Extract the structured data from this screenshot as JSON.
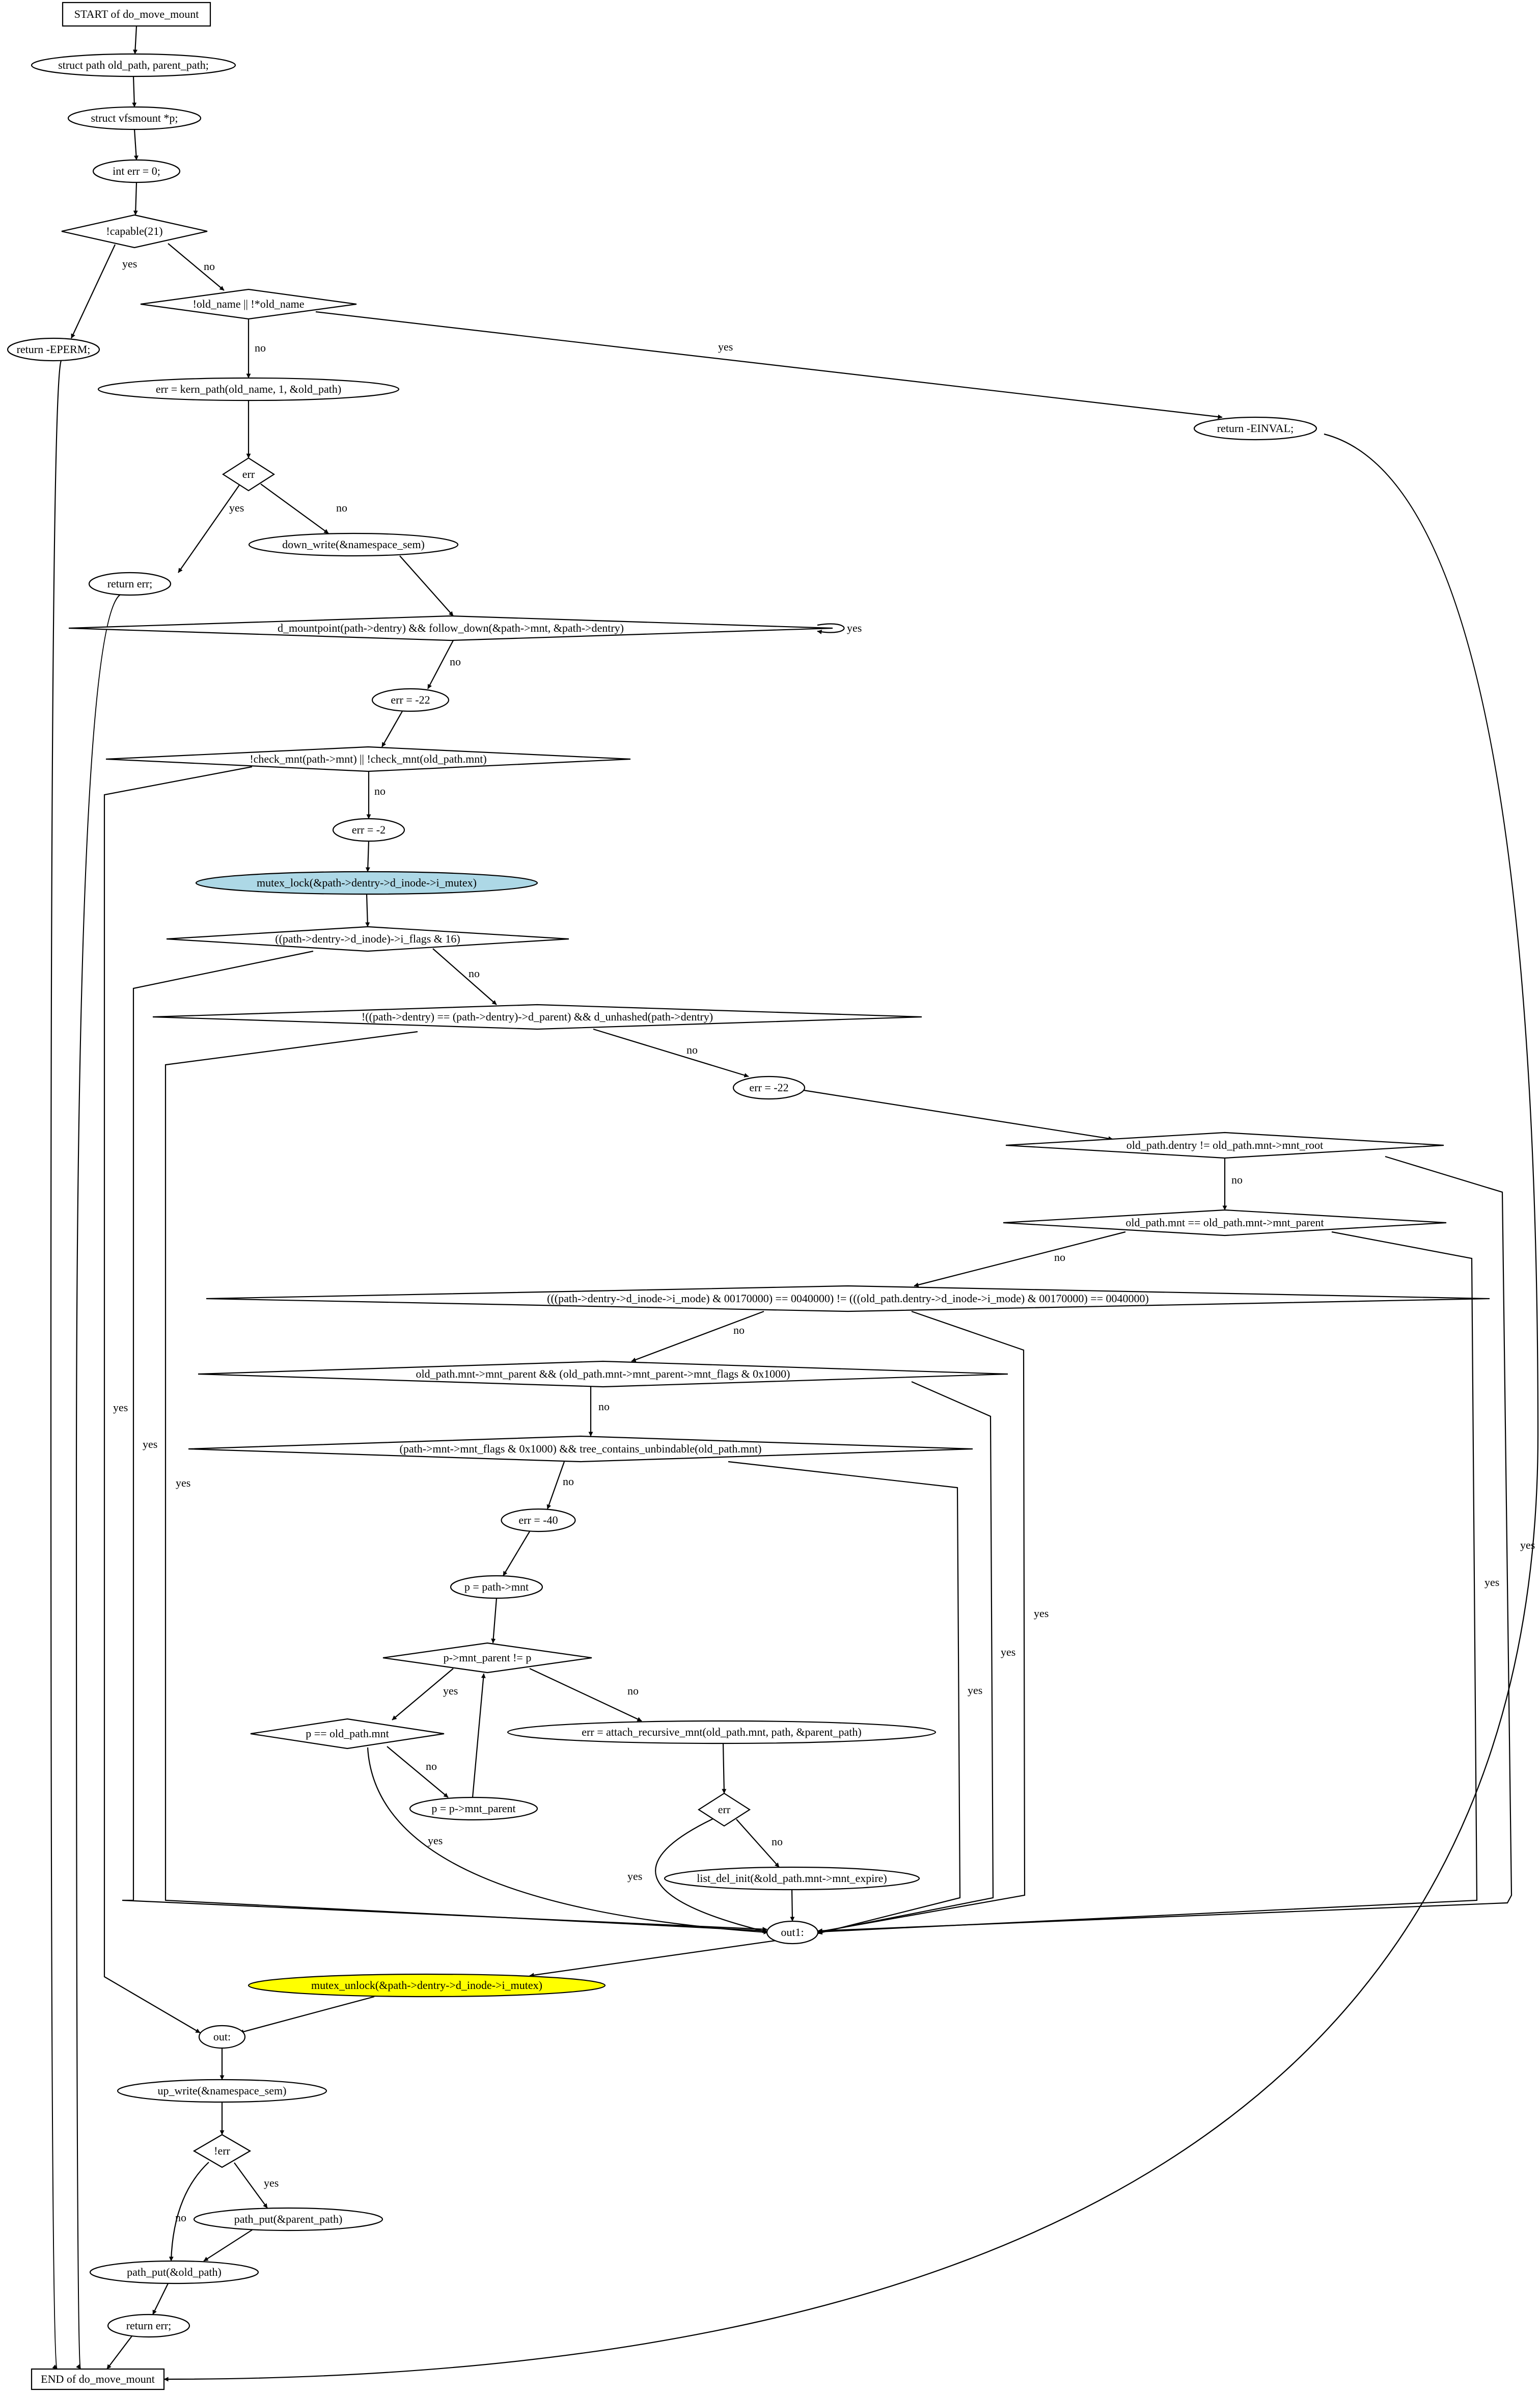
{
  "diagram": {
    "type": "flowchart",
    "title": "do_move_mount",
    "colors": {
      "highlight_lock": "#add8e6",
      "highlight_unlock": "#ffff00",
      "stroke": "#000000",
      "background": "#ffffff"
    },
    "nodes": [
      {
        "id": "start",
        "shape": "box",
        "label": "START of do_move_mount"
      },
      {
        "id": "n1",
        "shape": "ellipse",
        "label": "struct path old_path, parent_path;"
      },
      {
        "id": "n2",
        "shape": "ellipse",
        "label": "struct vfsmount *p;"
      },
      {
        "id": "n3",
        "shape": "ellipse",
        "label": "int err = 0;"
      },
      {
        "id": "d1",
        "shape": "diamond",
        "label": "!capable(21)"
      },
      {
        "id": "r1",
        "shape": "ellipse",
        "label": "return -EPERM;"
      },
      {
        "id": "d2",
        "shape": "diamond",
        "label": "!old_name || !*old_name"
      },
      {
        "id": "r2",
        "shape": "ellipse",
        "label": "return -EINVAL;"
      },
      {
        "id": "n4",
        "shape": "ellipse",
        "label": "err = kern_path(old_name, 1, &old_path)"
      },
      {
        "id": "d3",
        "shape": "diamond",
        "label": "err"
      },
      {
        "id": "r3",
        "shape": "ellipse",
        "label": "return err;"
      },
      {
        "id": "n5",
        "shape": "ellipse",
        "label": "down_write(&namespace_sem)"
      },
      {
        "id": "d4",
        "shape": "diamond",
        "label": "d_mountpoint(path->dentry) && follow_down(&path->mnt, &path->dentry)"
      },
      {
        "id": "n6",
        "shape": "ellipse",
        "label": "err = -22"
      },
      {
        "id": "d5",
        "shape": "diamond",
        "label": "!check_mnt(path->mnt) || !check_mnt(old_path.mnt)"
      },
      {
        "id": "n7",
        "shape": "ellipse",
        "label": "err = -2"
      },
      {
        "id": "n8",
        "shape": "ellipse",
        "label": "mutex_lock(&path->dentry->d_inode->i_mutex)",
        "fill": "#add8e6"
      },
      {
        "id": "d6",
        "shape": "diamond",
        "label": "((path->dentry->d_inode)->i_flags & 16)"
      },
      {
        "id": "d7",
        "shape": "diamond",
        "label": "!((path->dentry) == (path->dentry)->d_parent) && d_unhashed(path->dentry)"
      },
      {
        "id": "n9",
        "shape": "ellipse",
        "label": "err = -22"
      },
      {
        "id": "d8",
        "shape": "diamond",
        "label": "old_path.dentry != old_path.mnt->mnt_root"
      },
      {
        "id": "d9",
        "shape": "diamond",
        "label": "old_path.mnt == old_path.mnt->mnt_parent"
      },
      {
        "id": "d10",
        "shape": "diamond",
        "label": "(((path->dentry->d_inode->i_mode) & 00170000) == 0040000) != (((old_path.dentry->d_inode->i_mode) & 00170000) == 0040000)"
      },
      {
        "id": "d11",
        "shape": "diamond",
        "label": "old_path.mnt->mnt_parent && (old_path.mnt->mnt_parent->mnt_flags & 0x1000)"
      },
      {
        "id": "d12",
        "shape": "diamond",
        "label": "(path->mnt->mnt_flags & 0x1000) && tree_contains_unbindable(old_path.mnt)"
      },
      {
        "id": "n10",
        "shape": "ellipse",
        "label": "err = -40"
      },
      {
        "id": "n11",
        "shape": "ellipse",
        "label": "p = path->mnt"
      },
      {
        "id": "d13",
        "shape": "diamond",
        "label": "p->mnt_parent != p"
      },
      {
        "id": "d14",
        "shape": "diamond",
        "label": "p == old_path.mnt"
      },
      {
        "id": "n12",
        "shape": "ellipse",
        "label": "p = p->mnt_parent"
      },
      {
        "id": "n13",
        "shape": "ellipse",
        "label": "err = attach_recursive_mnt(old_path.mnt, path, &parent_path)"
      },
      {
        "id": "d15",
        "shape": "diamond",
        "label": "err"
      },
      {
        "id": "n14",
        "shape": "ellipse",
        "label": "list_del_init(&old_path.mnt->mnt_expire)"
      },
      {
        "id": "out1",
        "shape": "ellipse",
        "label": "out1:"
      },
      {
        "id": "n15",
        "shape": "ellipse",
        "label": "mutex_unlock(&path->dentry->d_inode->i_mutex)",
        "fill": "#ffff00"
      },
      {
        "id": "out",
        "shape": "ellipse",
        "label": "out:"
      },
      {
        "id": "n16",
        "shape": "ellipse",
        "label": "up_write(&namespace_sem)"
      },
      {
        "id": "d16",
        "shape": "diamond",
        "label": "!err"
      },
      {
        "id": "n17",
        "shape": "ellipse",
        "label": "path_put(&parent_path)"
      },
      {
        "id": "n18",
        "shape": "ellipse",
        "label": "path_put(&old_path)"
      },
      {
        "id": "r4",
        "shape": "ellipse",
        "label": "return err;"
      },
      {
        "id": "end",
        "shape": "box",
        "label": "END of do_move_mount"
      }
    ],
    "edges": [
      {
        "from": "start",
        "to": "n1",
        "label": ""
      },
      {
        "from": "n1",
        "to": "n2",
        "label": ""
      },
      {
        "from": "n2",
        "to": "n3",
        "label": ""
      },
      {
        "from": "n3",
        "to": "d1",
        "label": ""
      },
      {
        "from": "d1",
        "to": "r1",
        "label": "yes"
      },
      {
        "from": "d1",
        "to": "d2",
        "label": "no"
      },
      {
        "from": "d2",
        "to": "r2",
        "label": "yes"
      },
      {
        "from": "d2",
        "to": "n4",
        "label": "no"
      },
      {
        "from": "n4",
        "to": "d3",
        "label": ""
      },
      {
        "from": "d3",
        "to": "r3",
        "label": "yes"
      },
      {
        "from": "d3",
        "to": "n5",
        "label": "no"
      },
      {
        "from": "n5",
        "to": "d4",
        "label": ""
      },
      {
        "from": "d4",
        "to": "d4",
        "label": "yes"
      },
      {
        "from": "d4",
        "to": "n6",
        "label": "no"
      },
      {
        "from": "n6",
        "to": "d5",
        "label": ""
      },
      {
        "from": "d5",
        "to": "out",
        "label": "yes"
      },
      {
        "from": "d5",
        "to": "n7",
        "label": "no"
      },
      {
        "from": "n7",
        "to": "n8",
        "label": ""
      },
      {
        "from": "n8",
        "to": "d6",
        "label": ""
      },
      {
        "from": "d6",
        "to": "out1",
        "label": "yes"
      },
      {
        "from": "d6",
        "to": "d7",
        "label": "no"
      },
      {
        "from": "d7",
        "to": "out1",
        "label": "yes"
      },
      {
        "from": "d7",
        "to": "n9",
        "label": "no"
      },
      {
        "from": "n9",
        "to": "d8",
        "label": ""
      },
      {
        "from": "d8",
        "to": "out1",
        "label": "yes"
      },
      {
        "from": "d8",
        "to": "d9",
        "label": "no"
      },
      {
        "from": "d9",
        "to": "out1",
        "label": "yes"
      },
      {
        "from": "d9",
        "to": "d10",
        "label": "no"
      },
      {
        "from": "d10",
        "to": "out1",
        "label": "yes"
      },
      {
        "from": "d10",
        "to": "d11",
        "label": "no"
      },
      {
        "from": "d11",
        "to": "out1",
        "label": "yes"
      },
      {
        "from": "d11",
        "to": "d12",
        "label": "no"
      },
      {
        "from": "d12",
        "to": "out1",
        "label": "yes"
      },
      {
        "from": "d12",
        "to": "n10",
        "label": "no"
      },
      {
        "from": "n10",
        "to": "n11",
        "label": ""
      },
      {
        "from": "n11",
        "to": "d13",
        "label": ""
      },
      {
        "from": "d13",
        "to": "d14",
        "label": "yes"
      },
      {
        "from": "d13",
        "to": "n13",
        "label": "no"
      },
      {
        "from": "d14",
        "to": "out1",
        "label": "yes"
      },
      {
        "from": "d14",
        "to": "n12",
        "label": "no"
      },
      {
        "from": "n12",
        "to": "d13",
        "label": ""
      },
      {
        "from": "n13",
        "to": "d15",
        "label": ""
      },
      {
        "from": "d15",
        "to": "out1",
        "label": "yes"
      },
      {
        "from": "d15",
        "to": "n14",
        "label": "no"
      },
      {
        "from": "n14",
        "to": "out1",
        "label": ""
      },
      {
        "from": "out1",
        "to": "n15",
        "label": ""
      },
      {
        "from": "n15",
        "to": "out",
        "label": ""
      },
      {
        "from": "out",
        "to": "n16",
        "label": ""
      },
      {
        "from": "n16",
        "to": "d16",
        "label": ""
      },
      {
        "from": "d16",
        "to": "n17",
        "label": "yes"
      },
      {
        "from": "d16",
        "to": "n18",
        "label": "no"
      },
      {
        "from": "n17",
        "to": "n18",
        "label": ""
      },
      {
        "from": "n18",
        "to": "r4",
        "label": ""
      },
      {
        "from": "r4",
        "to": "end",
        "label": ""
      },
      {
        "from": "r1",
        "to": "end",
        "label": ""
      },
      {
        "from": "r2",
        "to": "end",
        "label": ""
      },
      {
        "from": "r3",
        "to": "end",
        "label": ""
      }
    ]
  }
}
